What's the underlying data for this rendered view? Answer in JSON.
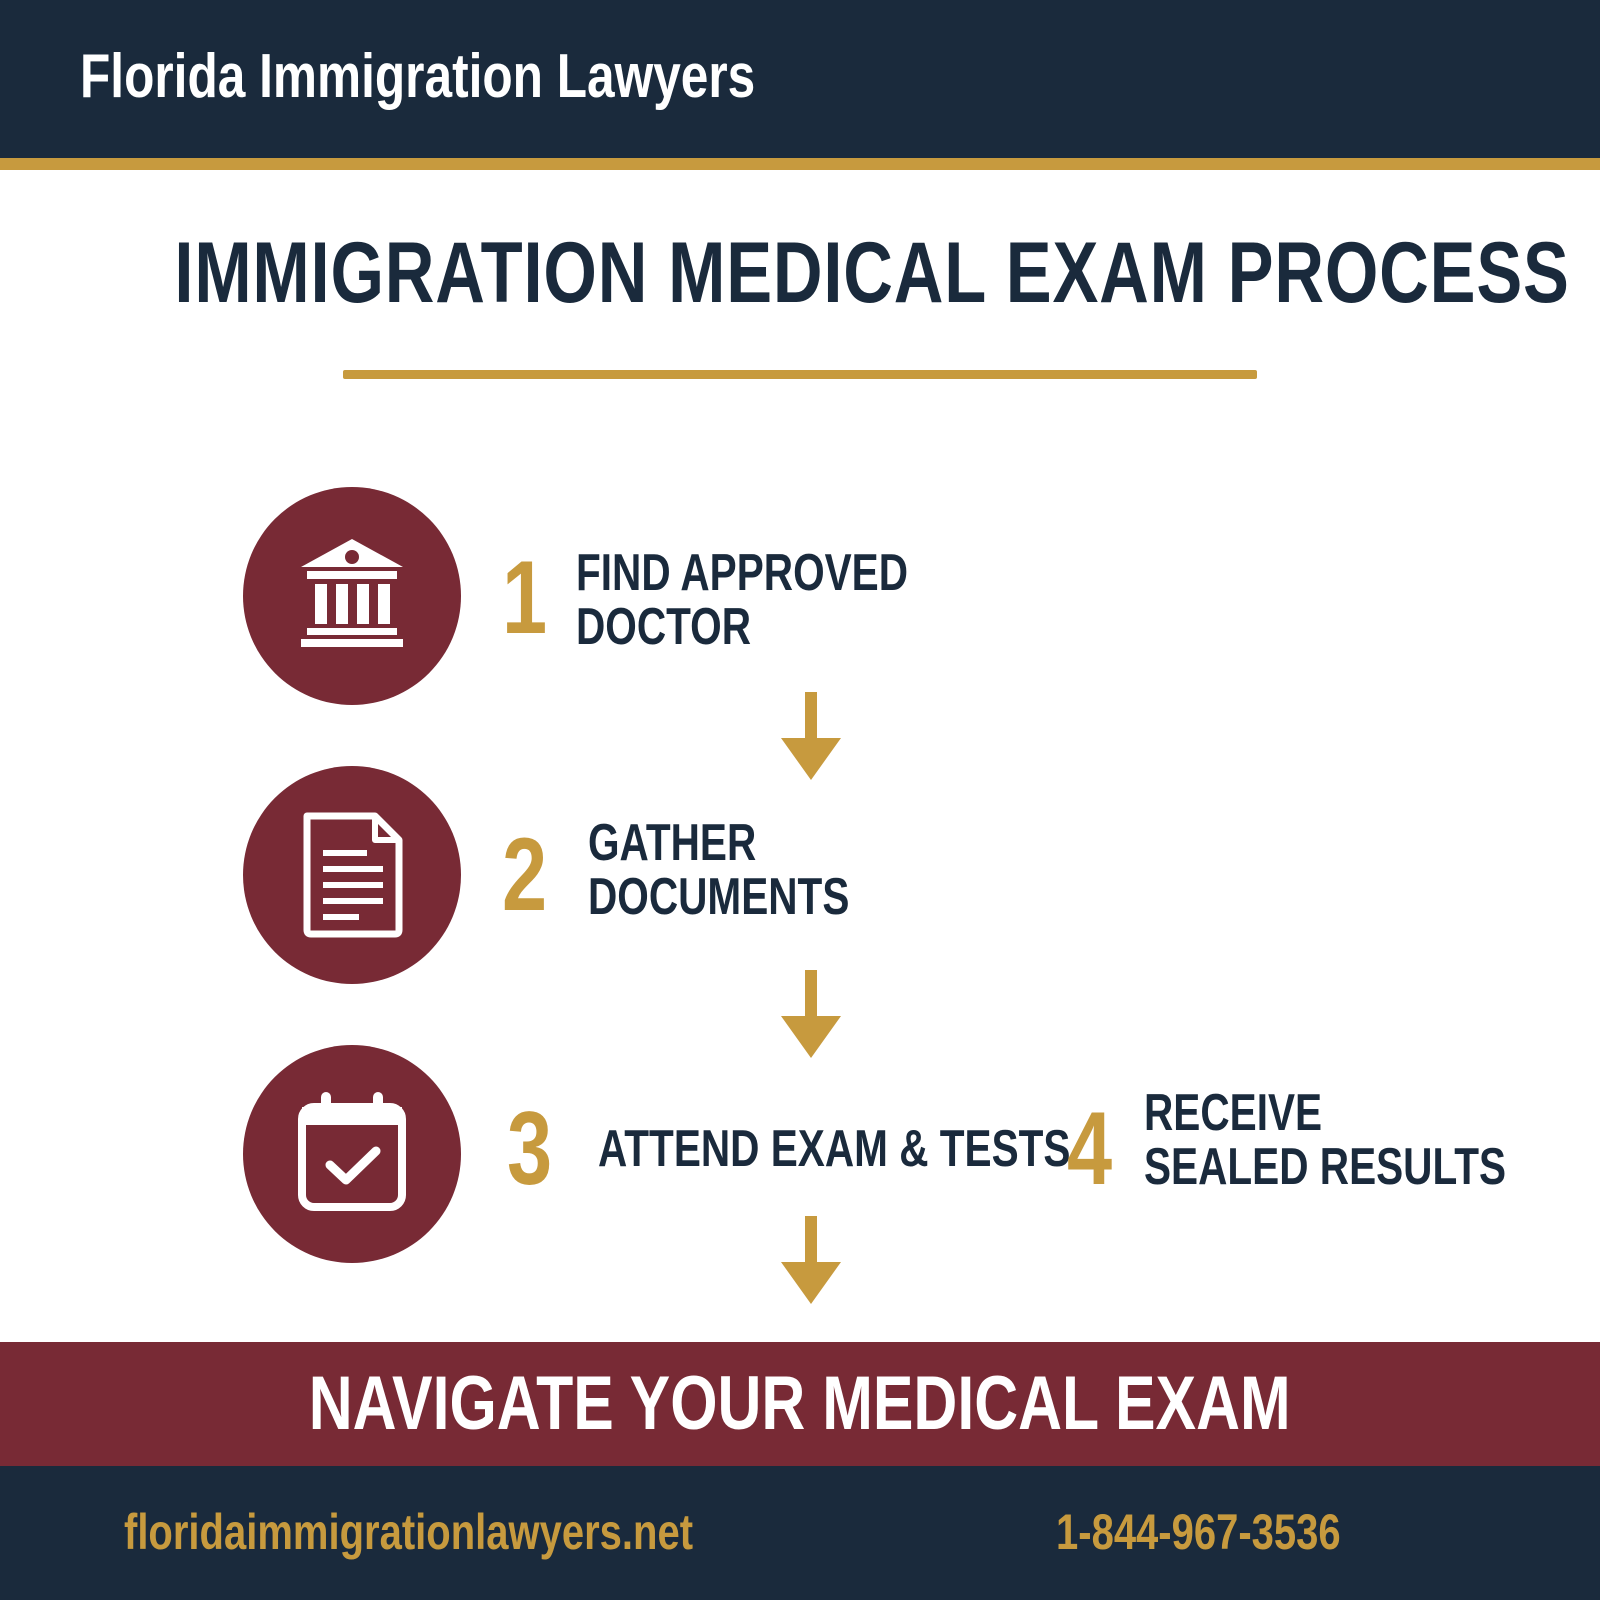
{
  "header": {
    "brand": "Florida Immigration Lawyers"
  },
  "title": "IMMIGRATION MEDICAL EXAM PROCESS",
  "steps": [
    {
      "number": "1",
      "label_line1": "FIND APPROVED",
      "label_line2": "DOCTOR",
      "icon": "courthouse-icon"
    },
    {
      "number": "2",
      "label_line1": "GATHER",
      "label_line2": "DOCUMENTS",
      "icon": "document-icon"
    },
    {
      "number": "3",
      "label_line1": "ATTEND EXAM & TESTS",
      "label_line2": "",
      "icon": "calendar-check-icon"
    },
    {
      "number": "4",
      "label_line1": "RECEIVE",
      "label_line2": "SEALED RESULTS",
      "icon": ""
    }
  ],
  "banner": "NAVIGATE YOUR MEDICAL EXAM",
  "footer": {
    "website": "floridaimmigrationlawyers.net",
    "phone": "1-844-967-3536"
  },
  "colors": {
    "navy": "#1a2a3c",
    "gold": "#c79a3e",
    "maroon": "#782a35",
    "white": "#ffffff"
  }
}
